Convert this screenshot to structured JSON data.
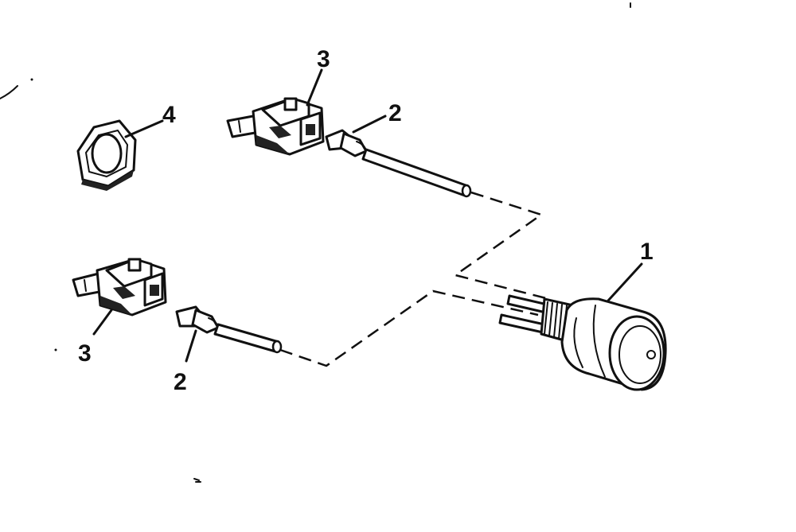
{
  "callouts": {
    "switch": "1",
    "terminal_upper": "2",
    "terminal_lower": "2",
    "connector_upper": "3",
    "connector_lower": "3",
    "nut": "4"
  }
}
